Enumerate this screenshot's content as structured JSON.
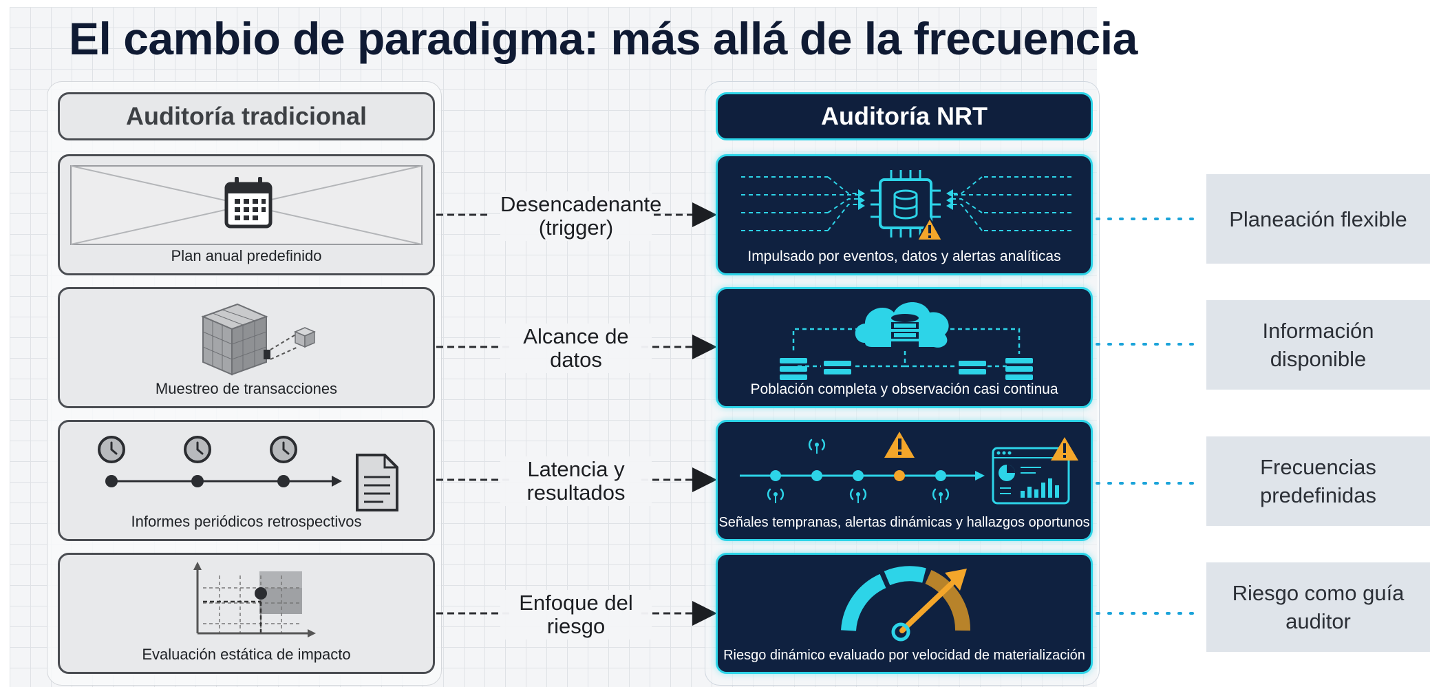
{
  "title": "El cambio de paradigma: más allá de la frecuencia",
  "columns": {
    "traditional": "Auditoría tradicional",
    "nrt": "Auditoría NRT"
  },
  "rows": [
    {
      "criterion": "Desencadenante\n(trigger)",
      "traditional": "Plan anual predefinido",
      "nrt": "Impulsado por eventos, datos y alertas analíticas",
      "benefit": "Planeación flexible"
    },
    {
      "criterion": "Alcance de\ndatos",
      "traditional": "Muestreo de transacciones",
      "nrt": "Población completa y observación casi continua",
      "benefit": "Información\ndisponible"
    },
    {
      "criterion": "Latencia y\nresultados",
      "traditional": "Informes periódicos retrospectivos",
      "nrt": "Señales tempranas, alertas dinámicas y hallazgos oportunos",
      "benefit": "Frecuencias\npredefinidas"
    },
    {
      "criterion": "Enfoque del\nriesgo",
      "traditional": "Evaluación estática de impacto",
      "nrt": "Riesgo dinámico evaluado por velocidad de materialización",
      "benefit": "Riesgo como guía\nauditor"
    }
  ],
  "icons": {
    "row1_traditional": "calendar-icon",
    "row1_nrt": "database-chip-warning-icon",
    "row2_traditional": "data-cube-icon",
    "row2_nrt": "cloud-database-icon",
    "row3_traditional": "clock-timeline-report-icon",
    "row3_nrt": "signal-timeline-dashboard-icon",
    "row4_traditional": "impact-matrix-icon",
    "row4_nrt": "risk-gauge-icon"
  },
  "colors": {
    "title": "#0f1a33",
    "nrt_background": "#0f2140",
    "nrt_accent": "#2dd4e8",
    "warning": "#f4a62a",
    "traditional_border": "#4a4d52",
    "benefit_box": "#dfe4ea",
    "benefit_connector": "#1aa3d9"
  }
}
